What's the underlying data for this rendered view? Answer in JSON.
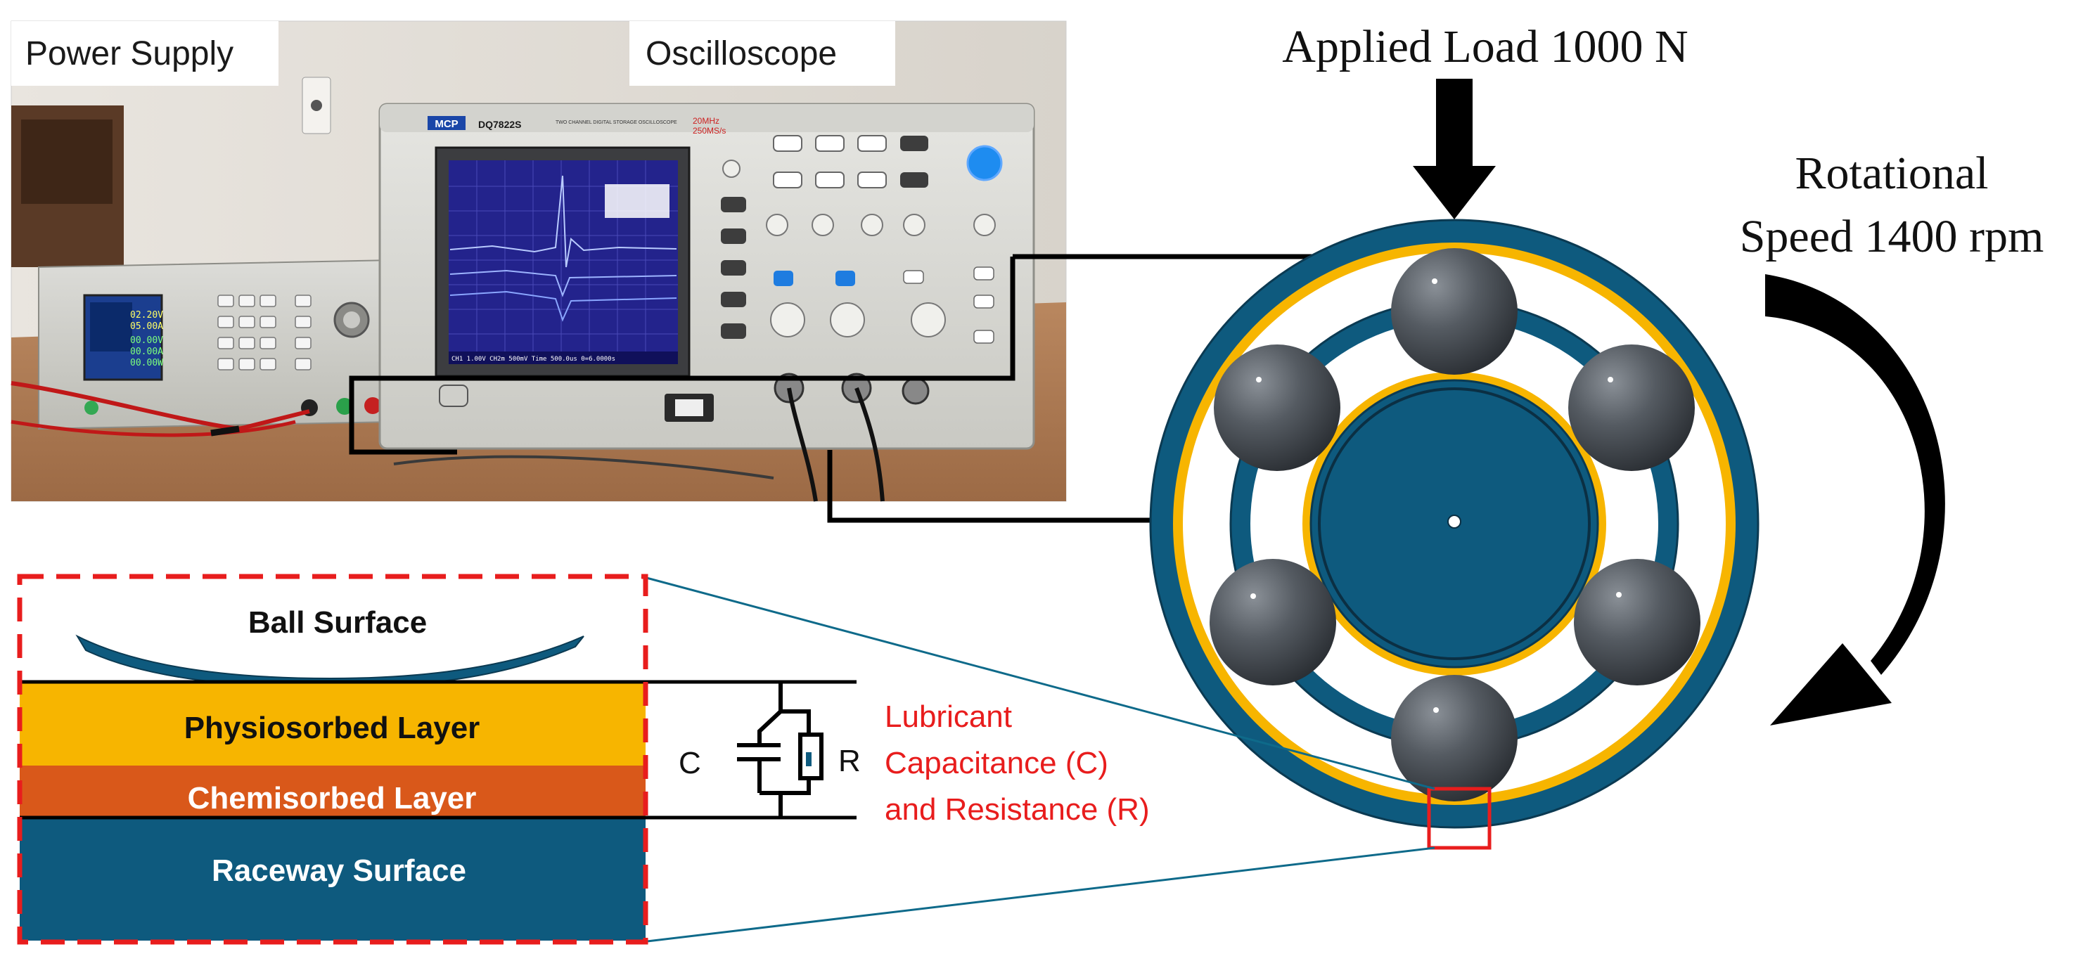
{
  "photo": {
    "power_supply_label": "Power Supply",
    "oscilloscope_label": "Oscilloscope",
    "scope_brand": "MCP",
    "scope_model": "DQ7822S",
    "scope_subtitle": "TWO CHANNEL DIGITAL STORAGE OSCILLOSCOPE",
    "scope_spec_line1": "20MHz",
    "scope_spec_line2": "250MS/s",
    "scope_readout": "CH1 1.00V   CH2m 500mV   Time 500.0us   0=6.0000s",
    "psu_readouts": [
      "02.20V",
      "05.00A",
      "00.00V",
      "00.00A",
      "00.00W"
    ]
  },
  "labels": {
    "applied_load": "Applied Load 1000 N",
    "rotational_line1": "Rotational",
    "rotational_line2": "Speed 1400 rpm"
  },
  "inset": {
    "ball_surface": "Ball Surface",
    "physiosorbed": "Physiosorbed Layer",
    "chemisorbed": "Chemisorbed Layer",
    "raceway": "Raceway Surface",
    "c_label": "C",
    "r_label": "R",
    "lubricant_line1": "Lubricant",
    "lubricant_line2": "Capacitance (C)",
    "lubricant_line3": "and Resistance (R)"
  },
  "colors": {
    "bearing_blue": "#0e5a7e",
    "lubricant_yellow": "#f7b500",
    "chemisorbed_orange": "#d9581a",
    "ball_gray": "#4a4f55",
    "highlight_red": "#e81d1d",
    "arrow_black": "#000000"
  }
}
